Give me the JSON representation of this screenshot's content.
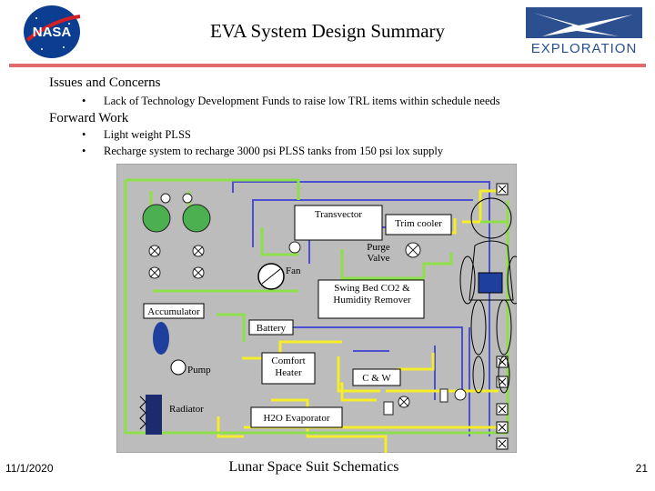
{
  "header": {
    "title": "EVA System Design Summary",
    "left_logo_text": "NASA",
    "right_logo_text": "EXPLORATION"
  },
  "sections": [
    {
      "heading": "Issues and Concerns",
      "bullets": [
        "Lack of Technology Development Funds to raise low TRL items within schedule needs"
      ]
    },
    {
      "heading": "Forward Work",
      "bullets": [
        "Light weight PLSS",
        "Recharge system to recharge 3000 psi PLSS tanks from 150 psi lox supply"
      ]
    }
  ],
  "bullet_glyph": "•",
  "diagram": {
    "labels": {
      "transvector": "Transvector",
      "trim_cooler": "Trim cooler",
      "purge_valve_line1": "Purge",
      "purge_valve_line2": "Valve",
      "fan": "Fan",
      "swing_bed_line1": "Swing Bed CO2 &",
      "swing_bed_line2": "Humidity Remover",
      "accumulator": "Accumulator",
      "battery": "Battery",
      "pump": "Pump",
      "comfort_heater_line1": "Comfort",
      "comfort_heater_line2": "Heater",
      "c_and_w": "C & W",
      "radiator": "Radiator",
      "h2o_evaporator": "H2O Evaporator"
    },
    "colors": {
      "o2_loop": "#8ee04a",
      "water_loop": "#f5ec2a",
      "wiring": "#4b4fd0",
      "background": "#bcbcbc",
      "tanks": "#4caf50",
      "accumulator": "#1e3f9e"
    }
  },
  "footer": {
    "date": "11/1/2020",
    "caption": "Lunar Space Suit Schematics",
    "page": "21"
  }
}
